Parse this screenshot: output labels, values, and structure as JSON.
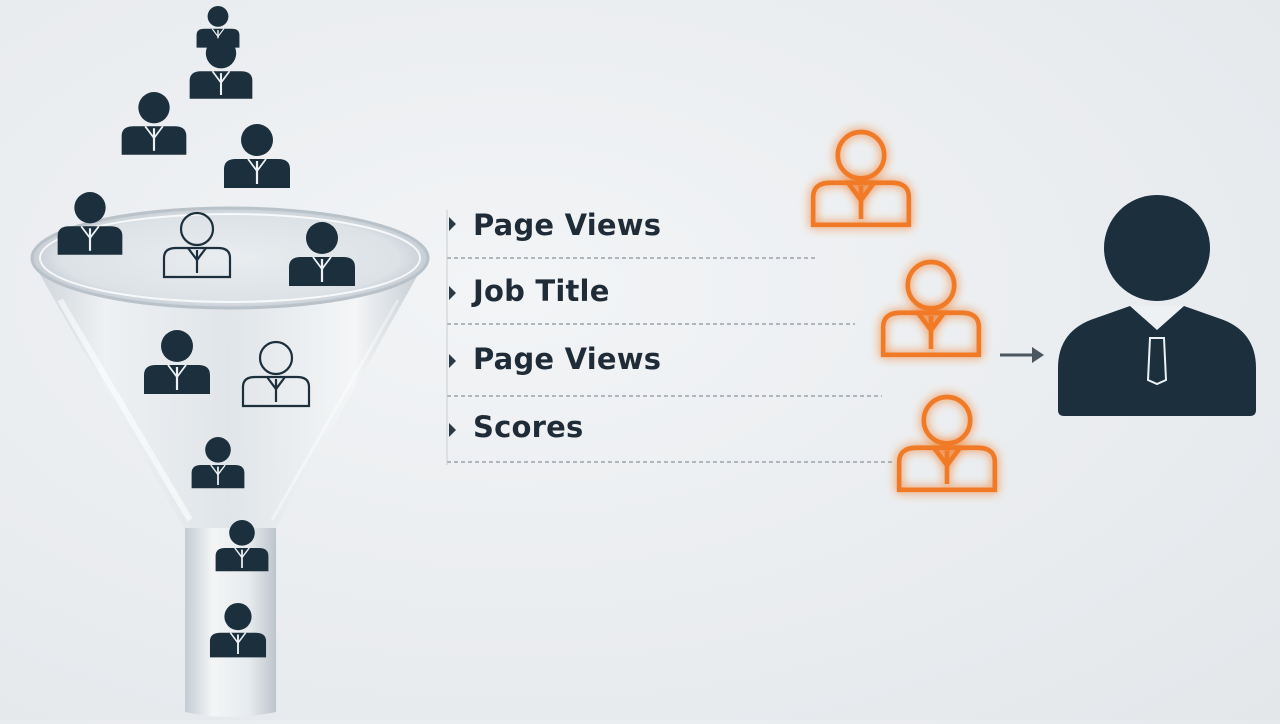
{
  "criteria": [
    {
      "label": "Page Views"
    },
    {
      "label": "Job Title"
    },
    {
      "label": "Page Views"
    },
    {
      "label": "Scores"
    }
  ],
  "colors": {
    "dark_person": "#1b2f3d",
    "highlight": "#f07a28",
    "guide_line": "#8a939b",
    "text": "#1f2c38"
  },
  "icons": {
    "crowd_person": "person-icon",
    "outline_person": "person-outline-icon",
    "qualified_lead": "person-orange-outline-icon",
    "final_lead": "person-large-icon",
    "arrow": "arrow-right-icon"
  }
}
